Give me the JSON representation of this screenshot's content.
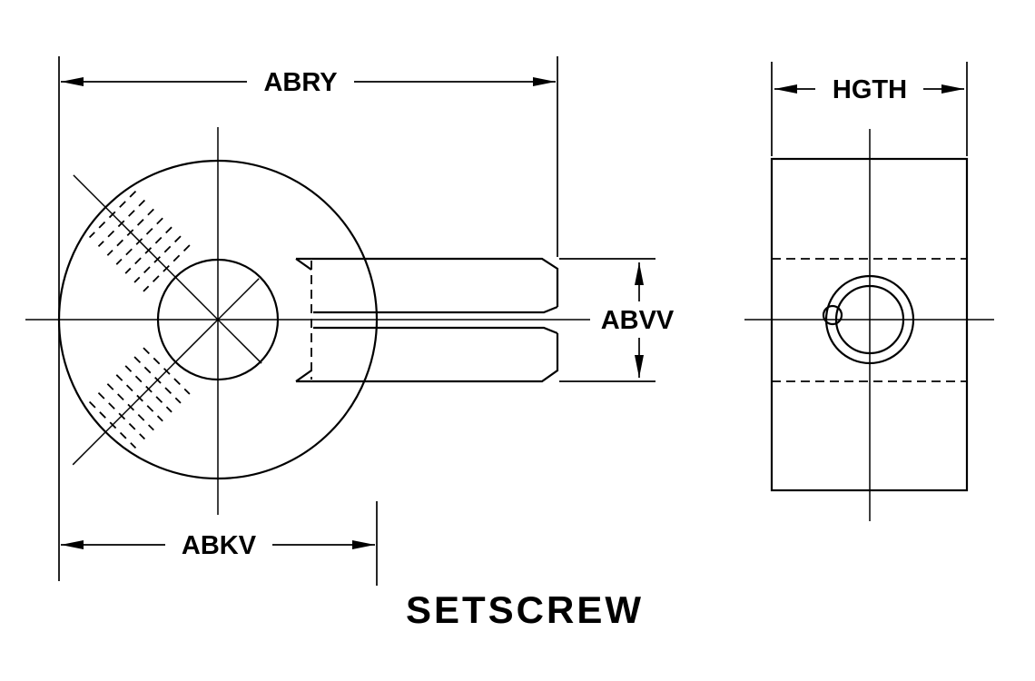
{
  "diagram": {
    "title": "SETSCREW",
    "dimension_labels": {
      "abry": "ABRY",
      "hgth": "HGTH",
      "abvv": "ABVV",
      "abkv": "ABKV"
    },
    "colors": {
      "line": "#000000",
      "background": "#ffffff"
    }
  }
}
